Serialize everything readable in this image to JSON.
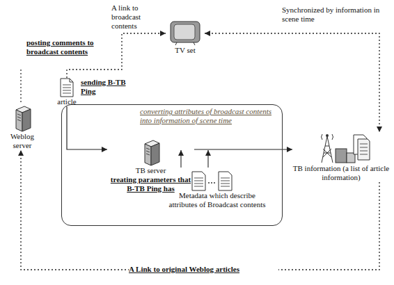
{
  "diagram": {
    "nodes": [
      {
        "text": [
          "Weblog server"
        ]
      },
      {
        "text": [
          "article"
        ]
      },
      {
        "text": [
          "TV set"
        ]
      },
      {
        "text": [
          "converting attributes of broadcast contents into information of scene time"
        ]
      },
      {
        "text": [
          "TB server",
          "treating parameters that B-TB Ping has"
        ],
        "in": 3
      },
      {
        "text": [
          "Metadata which describe attributes of Broadcast contents"
        ],
        "in": 3
      },
      {
        "text": [
          "TB information (a list of article information)"
        ]
      }
    ],
    "edges": [
      {
        "from": 1,
        "to": 2,
        "arrow": "to",
        "label": "A link to broadcast contents"
      },
      {
        "from": 1,
        "to": 4,
        "arrow": "to"
      },
      {
        "from": 4,
        "to": 6,
        "arrow": "to"
      },
      {
        "from": 2,
        "to": 6,
        "arrow": "both",
        "label": "Synchronized by information in scene time"
      },
      {
        "from": 6,
        "to": 0,
        "arrow": "to",
        "label": "A Link to original Weblog articles"
      }
    ],
    "labels": [
      "posting comments to broadcast contents",
      "sending B-TB Ping"
    ]
  }
}
